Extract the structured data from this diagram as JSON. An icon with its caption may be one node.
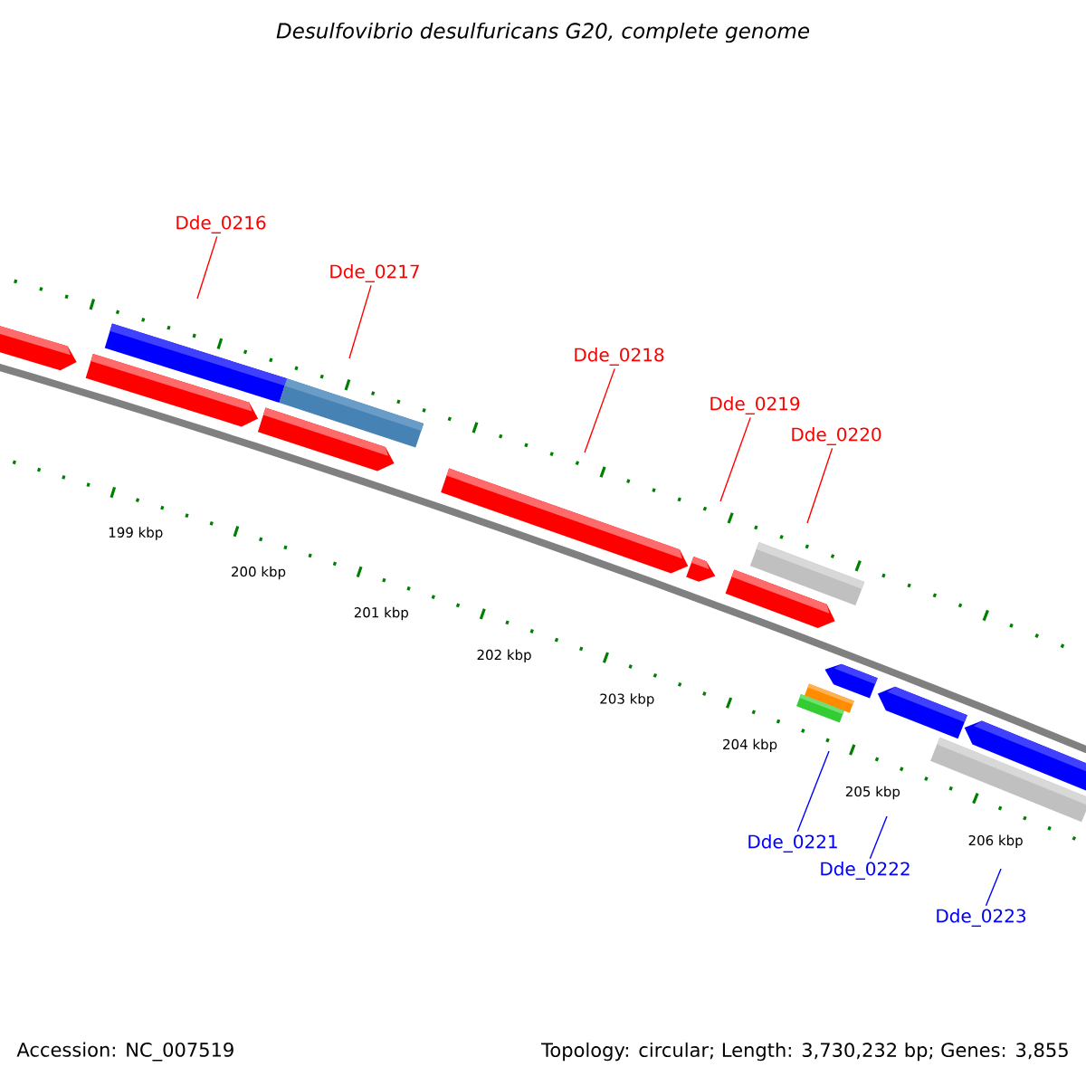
{
  "diagram": {
    "title": "Desulfovibrio desulfuricans G20, complete genome",
    "nodes": [
      {
        "text": [
          "Dde_0216"
        ]
      },
      {
        "text": [
          "Dde_0217"
        ]
      },
      {
        "text": [
          "Dde_0218"
        ]
      },
      {
        "text": [
          "Dde_0219"
        ]
      },
      {
        "text": [
          "Dde_0220"
        ]
      },
      {
        "text": [
          "Dde_0221"
        ]
      },
      {
        "text": [
          "Dde_0222"
        ]
      },
      {
        "text": [
          "Dde_0223"
        ]
      }
    ],
    "edges": [
      {
        "from": 0,
        "to": null,
        "arrow": "none"
      },
      {
        "from": 1,
        "to": null,
        "arrow": "none"
      },
      {
        "from": 2,
        "to": null,
        "arrow": "none"
      },
      {
        "from": 3,
        "to": null,
        "arrow": "none"
      },
      {
        "from": 4,
        "to": null,
        "arrow": "none"
      },
      {
        "from": 5,
        "to": null,
        "arrow": "none",
        "color": "#0000ff"
      },
      {
        "from": 6,
        "to": null,
        "arrow": "none",
        "color": "#0000ff"
      },
      {
        "from": 7,
        "to": null,
        "arrow": "none",
        "color": "#0000ff"
      }
    ],
    "labels": [
      "199 kbp",
      "200 kbp",
      "201 kbp",
      "202 kbp",
      "203 kbp",
      "204 kbp",
      "205 kbp",
      "206 kbp",
      "Accession: NC_007519",
      "Topology: circular; Length: 3,730,232 bp; Genes: 3,855"
    ]
  }
}
